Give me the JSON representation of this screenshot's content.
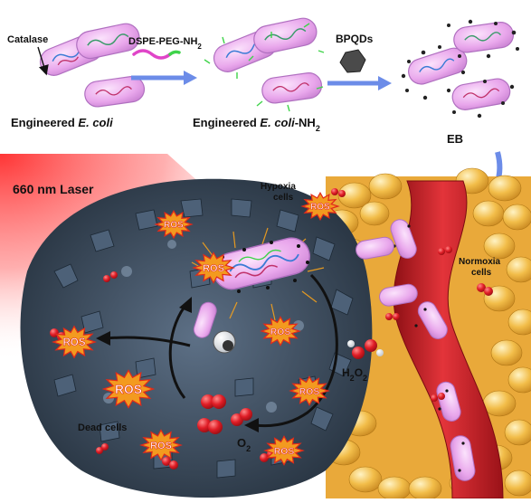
{
  "top_row": {
    "label_catalase": "Catalase",
    "label_engineered": "Engineered",
    "label_ecoli": "E. coli",
    "label_reagent1": "DSPE-PEG-NH",
    "label_reagent1_sub": "2",
    "label_engineered_nh2_prefix": "Engineered",
    "label_engineered_nh2_ecoli": "E. coli",
    "label_engineered_nh2_suffix": "-NH",
    "label_engineered_nh2_sub": "2",
    "label_reagent2": "BPQDs",
    "label_eb": "EB"
  },
  "scene": {
    "laser_label": "660 nm Laser",
    "hypoxia_label_line1": "Hypoxia",
    "hypoxia_label_line2": "cells",
    "normoxia_label_line1": "Normoxia",
    "normoxia_label_line2": "cells",
    "dead_cells_label": "Dead cells",
    "h2o2_h": "H",
    "h2o2_sub1": "2",
    "h2o2_o": "O",
    "h2o2_sub2": "2",
    "o2_o": "O",
    "o2_sub": "2",
    "ros_label": "ROS"
  },
  "colors": {
    "bacteria_fill": "#e9a7ec",
    "bacteria_stroke": "#b070c0",
    "arrow_blue": "#6c8ce8",
    "laser_red": "#ff3b3b",
    "tumor_dark": "#34475c",
    "vessel_red": "#d2272f",
    "cell_gold": "#f0b43a",
    "ros_orange": "#f39a1f",
    "ros_red": "#e12a1a"
  }
}
